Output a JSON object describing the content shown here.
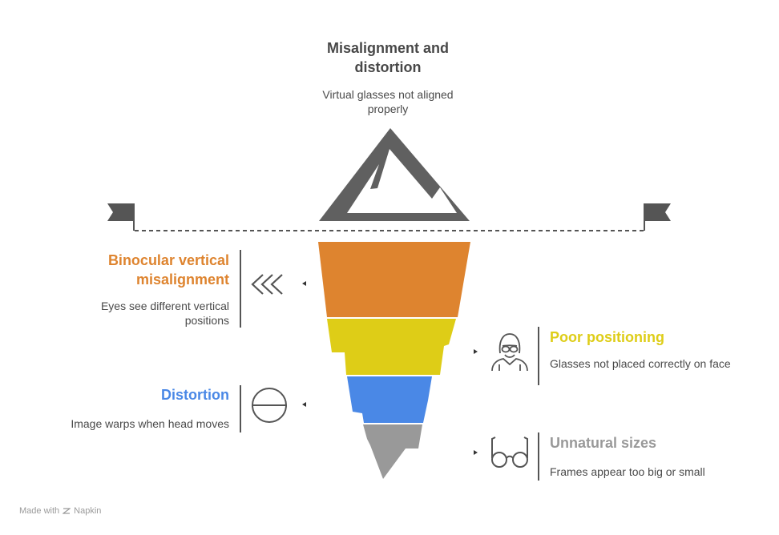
{
  "top": {
    "title": "Misalignment and distortion",
    "description": "Virtual glasses not aligned properly",
    "icon": "mountain-icon"
  },
  "layers": [
    {
      "id": "binocular",
      "title": "Binocular vertical misalignment",
      "description": "Eyes see different vertical positions",
      "color": "#de842f",
      "side": "left",
      "icon": "triple-chevron-left-icon"
    },
    {
      "id": "positioning",
      "title": "Poor positioning",
      "description": "Glasses not placed correctly on face",
      "color": "#decd17",
      "side": "right",
      "icon": "person-glasses-icon"
    },
    {
      "id": "distortion",
      "title": "Distortion",
      "description": "Image warps when head moves",
      "color": "#4a88e6",
      "side": "left",
      "icon": "divided-circle-icon"
    },
    {
      "id": "sizes",
      "title": "Unnatural sizes",
      "description": "Frames appear too big or small",
      "color": "#999999",
      "side": "right",
      "icon": "eyeglasses-icon"
    }
  ],
  "footer": {
    "made_with": "Made with",
    "brand": "Napkin"
  }
}
